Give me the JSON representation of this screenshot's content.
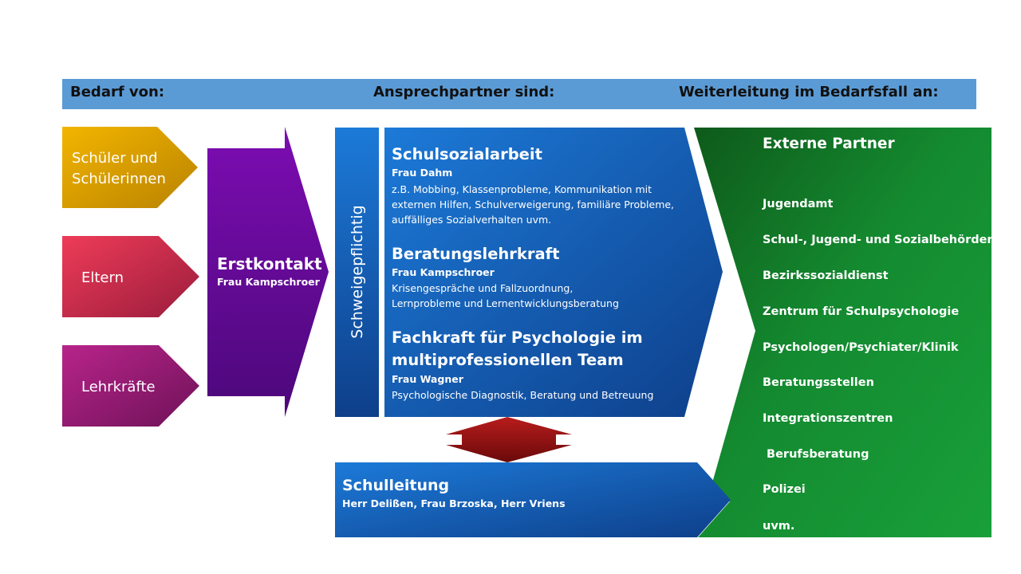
{
  "header": {
    "col1": "Bedarf von:",
    "col2": "Ansprechpartner sind:",
    "col3": "Weiterleitung im Bedarfsfall an:"
  },
  "sources": [
    {
      "line1": "Schüler und",
      "line2": "Schülerinnen"
    },
    {
      "line1": "Eltern"
    },
    {
      "line1": "Lehrkräfte"
    }
  ],
  "erstkontakt": {
    "title": "Erstkontakt",
    "person": "Frau Kampschroer"
  },
  "schweigepflicht": "Schweigepflichtig",
  "contacts": [
    {
      "title": "Schulsozialarbeit",
      "person": "Frau Dahm",
      "desc": [
        "z.B. Mobbing, Klassenprobleme, Kommunikation mit",
        "externen Hilfen, Schulverweigerung, familiäre Probleme,",
        "auffälliges Sozialverhalten uvm."
      ]
    },
    {
      "title": "Beratungslehrkraft",
      "person": "Frau Kampschroer",
      "desc": [
        "Krisengespräche und Fallzuordnung,",
        "Lernprobleme und Lernentwicklungsberatung"
      ]
    },
    {
      "title_lines": [
        "Fachkraft für Psychologie im",
        "multiprofessionellen Team"
      ],
      "person": "Frau Wagner",
      "desc": [
        "Psychologische Diagnostik, Beratung und Betreuung"
      ]
    }
  ],
  "schulleitung": {
    "title": "Schulleitung",
    "persons": "Herr Delißen, Frau Brzoska, Herr Vriens"
  },
  "external": {
    "title": "Externe Partner",
    "items": [
      "Jugendamt",
      "Schul-, Jugend- und Sozialbehörden",
      "Bezirkssozialdienst",
      "Zentrum für Schulpsychologie",
      "Psychologen/Psychiater/Klinik",
      "Beratungsstellen",
      "Integrationszentren",
      " Berufsberatung",
      "Polizei",
      "uvm."
    ]
  },
  "colors": {
    "header_bar": "#5b9bd5",
    "schueler": "#e6a800",
    "eltern": "#d83050",
    "lehrkraefte": "#a8207a",
    "erstkontakt": "#7a10a8",
    "blue": "#1565c0",
    "green": "#148a30",
    "double_arrow": "#9c1414"
  }
}
